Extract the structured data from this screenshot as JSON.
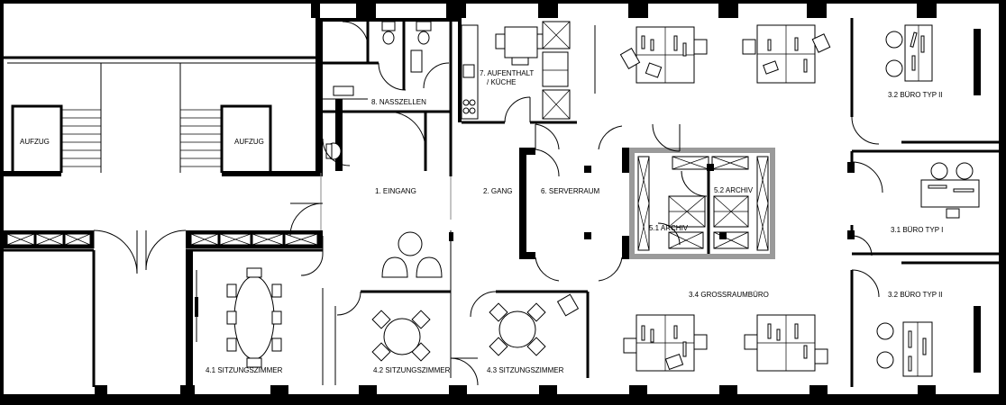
{
  "rooms": {
    "aufzug_left": "AUFZUG",
    "aufzug_right": "AUFZUG",
    "nasszellen": "8. NASSZELLEN",
    "aufenthalt_line1": "7. AUFENTHALT",
    "aufenthalt_line2": "/ KÜCHE",
    "eingang": "1. EINGANG",
    "gang": "2. GANG",
    "serverraum": "6. SERVERRAUM",
    "archiv_1": "5.1 ARCHIV",
    "archiv_2": "5.2 ARCHIV",
    "buero_typ2_top": "3.2 BÜRO TYP II",
    "buero_typ1": "3.1 BÜRO TYP I",
    "buero_typ2_bottom": "3.2 BÜRO TYP II",
    "grossraumbuero": "3.4 GROSSRAUMBÜRO",
    "sitzung_1": "4.1 SITZUNGSZIMMER",
    "sitzung_2": "4.2 SITZUNGSZIMMER",
    "sitzung_3": "4.3 SITZUNGSZIMMER"
  }
}
